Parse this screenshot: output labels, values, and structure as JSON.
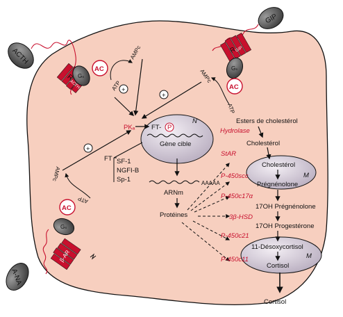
{
  "hormones": {
    "acth": "ACTH",
    "gip": "GIP",
    "ana": "A-NA"
  },
  "receptors": {
    "acth": "R",
    "acth_sub": "ACTH",
    "gip": "R",
    "gip_sub": "GIP",
    "beta": "β-AR"
  },
  "signaling": {
    "gs": "Gₛ",
    "ac": "AC",
    "atp": "ATP",
    "ampc": "AMPc",
    "plus": "+",
    "pka": "PKₐ"
  },
  "nucleus": {
    "n": "N",
    "ft_p": "FT-",
    "p": "P",
    "gene": "Gène cible"
  },
  "ft": {
    "label": "FT",
    "items": [
      "SF-1",
      "NGFI-B",
      "Sp-1"
    ]
  },
  "mrna": {
    "label": "ARNm",
    "tail": "AAAAA"
  },
  "proteins": "Protéines",
  "steroidogenesis": {
    "esters": "Esters de cholestérol",
    "hydrolase": "Hydrolase",
    "cholesterol": "Cholestérol",
    "star": "StAR",
    "mito_chol": "Cholestérol",
    "m": "M",
    "p450scc": "P-450scc",
    "pregnenolone": "Prégnénolone",
    "p450c17": "P-450c17α",
    "oh_preg": "17OH Prégnénolone",
    "hsd": "3β-HSD",
    "oh_prog": "17OH Progestérone",
    "p450c21": "P-450c21",
    "deoxy": "11-Désoxycortisol",
    "p450c11": "P-450c11",
    "cortisol_in": "Cortisol",
    "cortisol_out": "Cortisol"
  },
  "colors": {
    "cell": "#f7cfbf",
    "nucleus": "#d9cfdc",
    "red": "#c8102e",
    "grey": "#555555"
  }
}
